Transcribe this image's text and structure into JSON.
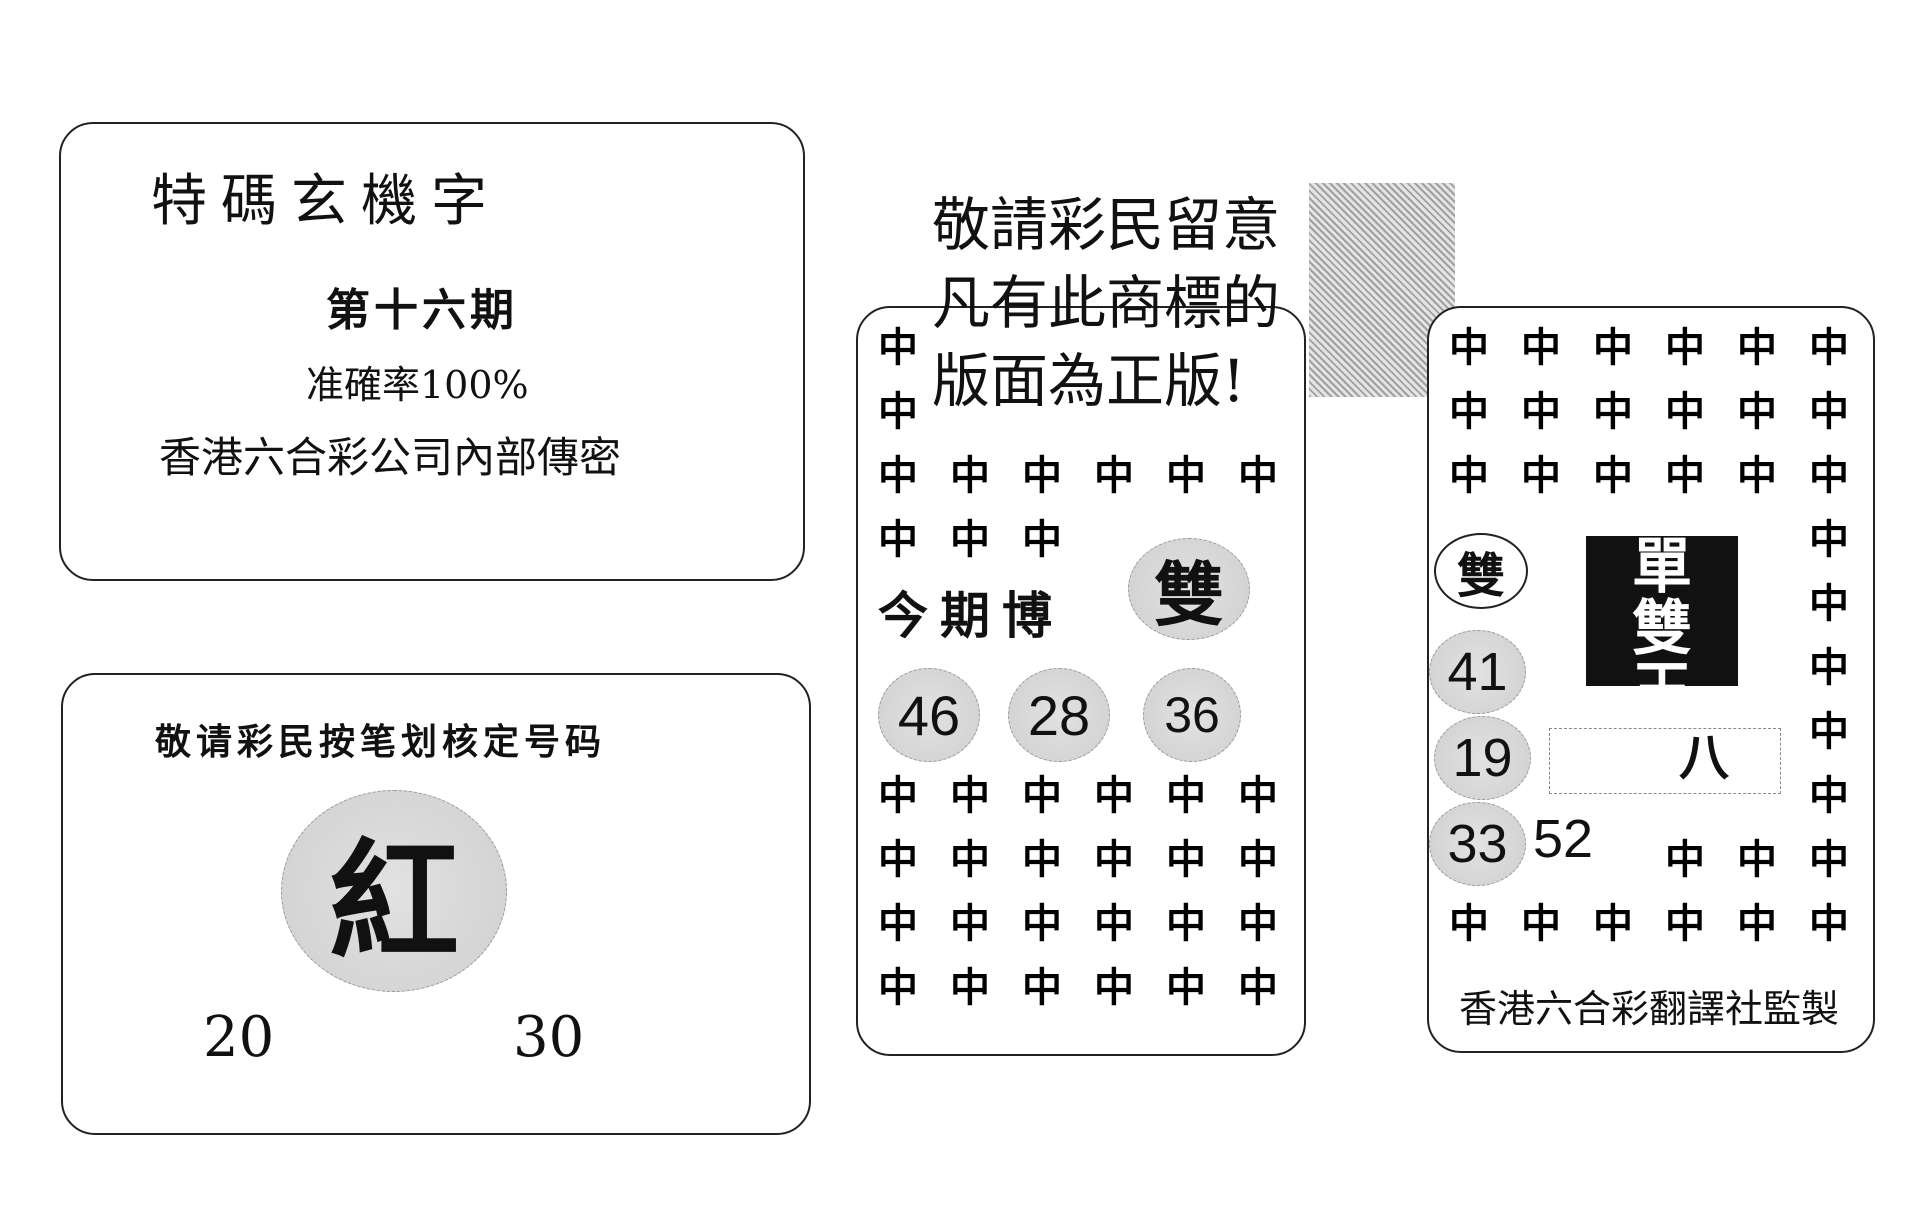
{
  "panel1": {
    "title": "特碼玄機字",
    "issue": "第十六期",
    "accuracy": "准確率100%",
    "subtitle": "香港六合彩公司內部傳密"
  },
  "panel2": {
    "instruction": "敬请彩民按笔划核定号码",
    "big_char": "紅",
    "num_left": "20",
    "num_right": "30"
  },
  "notice": {
    "line1": "敬請彩民留意",
    "line2": "凡有此商標的",
    "line3": "版面為正版!"
  },
  "panel3": {
    "glyph": "中",
    "label": "今期博",
    "parity": "雙",
    "numbers": [
      "46",
      "28",
      "36"
    ]
  },
  "panel4": {
    "glyph": "中",
    "parity": "雙",
    "numbers": [
      "41",
      "19",
      "33"
    ],
    "extra_number": "52",
    "box": [
      "單",
      "雙",
      "王"
    ],
    "eight": "八",
    "footer": "香港六合彩翻譯社監製"
  }
}
